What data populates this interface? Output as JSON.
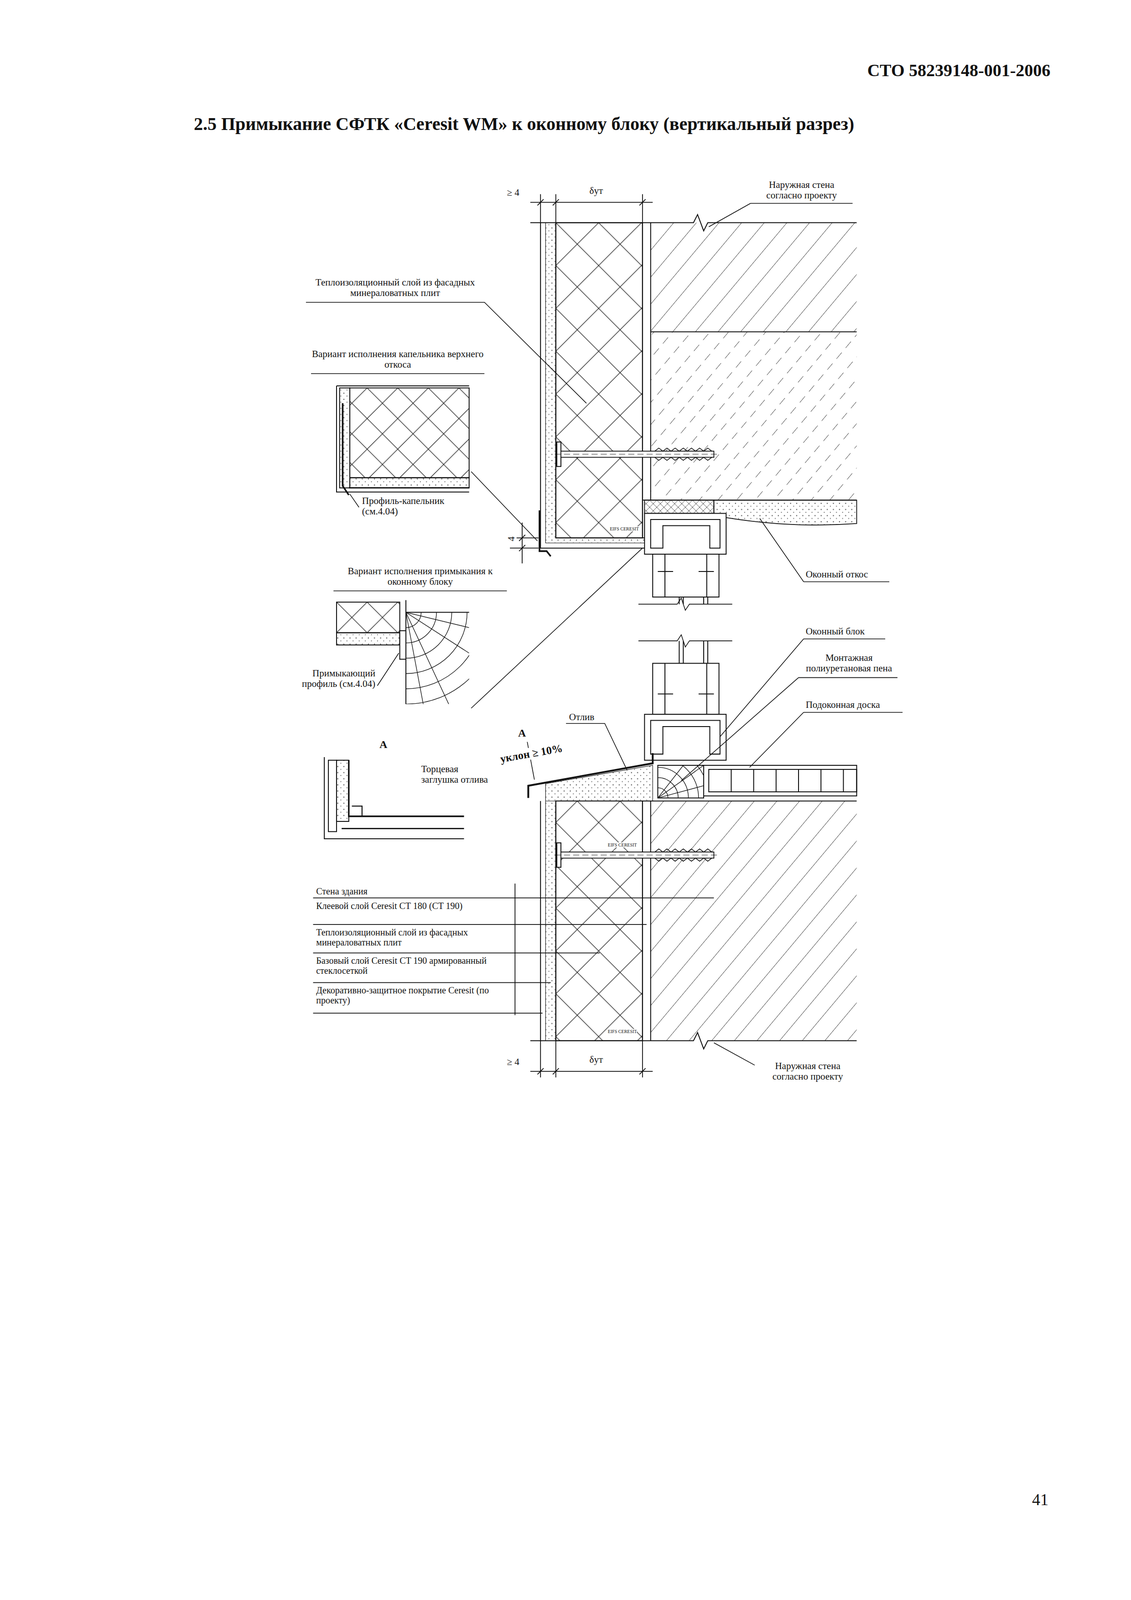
{
  "diagram": {
    "title": "2.5 Примыкание СФТК «Ceresit WM» к оконному блоку (вертикальный разрез)",
    "labels": [
      "СТО 58239148-001-2006",
      "≥ 4",
      "δут",
      "Наружная стена согласно проекту",
      "Теплоизоляционный слой из фасадных минераловатных плит",
      "Вариант исполнения капельника верхнего откоса",
      "Профиль-капельник (см.4.04)",
      "4",
      "EIFS CERESIT",
      "Оконный откос",
      "Вариант исполнения примыкания к оконному блоку",
      "Оконный блок",
      "Монтажная полиуретановая пена",
      "Примыкающий профиль (см.4.04)",
      "Подоконная доска",
      "Отлив",
      "А",
      "А",
      "уклон ≥ 10%",
      "Торцевая заглушка отлива",
      "EIFS CERESIT",
      "Стена здания",
      "Клеевой слой Ceresit CT 180 (CT 190)",
      "Теплоизоляционный слой из фасадных минераловатных плит",
      "Базовый слой Ceresit CT 190 армированный стеклосеткой",
      "Декоративно-защитное покрытие Ceresit (по проекту)",
      "EIFS CERESIT",
      "≥ 4",
      "δут",
      "Наружная стена согласно проекту",
      "41"
    ]
  }
}
